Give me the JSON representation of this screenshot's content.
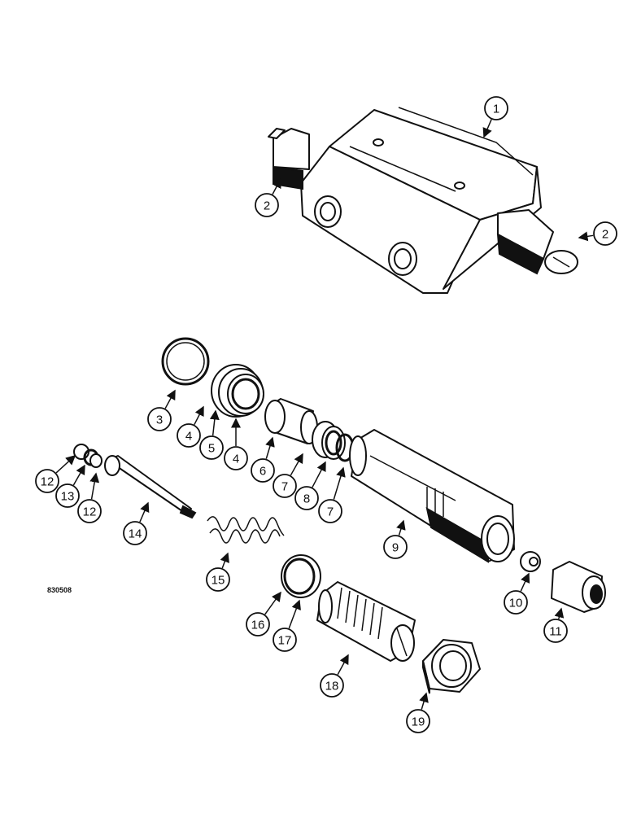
{
  "drawing_code": "830508",
  "callouts": [
    "1",
    "2",
    "2",
    "3",
    "4",
    "5",
    "4",
    "6",
    "7",
    "8",
    "7",
    "9",
    "10",
    "11",
    "12",
    "13",
    "12",
    "14",
    "15",
    "16",
    "17",
    "18",
    "19"
  ]
}
